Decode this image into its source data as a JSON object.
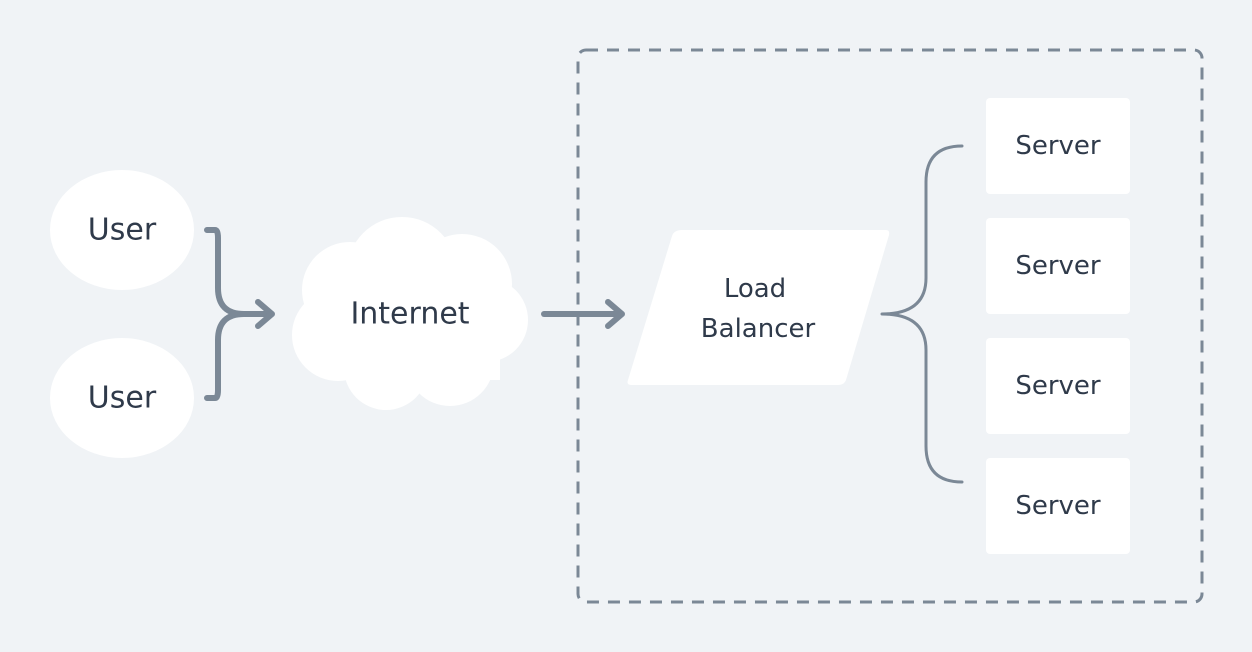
{
  "diagram": {
    "users": [
      {
        "label": "User"
      },
      {
        "label": "User"
      }
    ],
    "internet": {
      "label": "Internet"
    },
    "load_balancer": {
      "line1": "Load",
      "line2": "Balancer"
    },
    "servers": [
      {
        "label": "Server"
      },
      {
        "label": "Server"
      },
      {
        "label": "Server"
      },
      {
        "label": "Server"
      }
    ]
  },
  "colors": {
    "background": "#f0f3f6",
    "node_fill": "#ffffff",
    "text": "#2f3a4a",
    "connector": "#7b8896",
    "dashed_border": "#7b8896"
  }
}
